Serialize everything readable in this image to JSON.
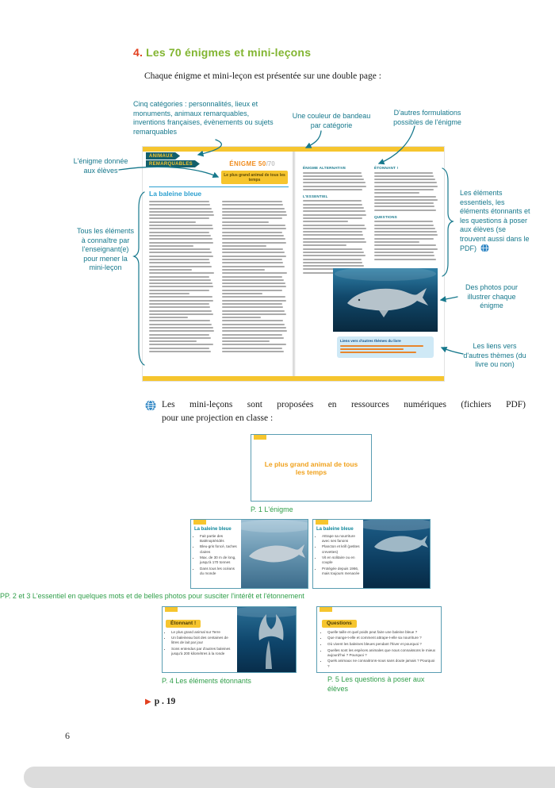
{
  "page": {
    "number": "6",
    "heading_number": "4.",
    "heading_text": "Les 70 énigmes et mini-leçons",
    "intro": "Chaque énigme et mini-leçon est présentée sur une double page :",
    "resources_note_line1": "Les mini-leçons sont proposées en ressources numériques (fichiers PDF)",
    "resources_note_line2": "pour une projection en classe :",
    "page_link_arrow": "▶",
    "page_link": "p . 19"
  },
  "annotations": {
    "categories": "Cinq catégories : personnalités, lieux et monuments, animaux remarquables, inventions françaises, évènements ou sujets remarquables",
    "band_color": "Une couleur de bandeau par catégorie",
    "alt_formulations": "D'autres formulations possibles de l'énigme",
    "enigma_for_pupils": "L'énigme donnée aux élèves",
    "teacher_knowledge": "Tous les éléments à connaître par l'enseignant(e) pour mener la mini-leçon",
    "essentials": "Les éléments essentiels, les éléments étonnants et les questions à poser aux élèves (se trouvent aussi dans le PDF)",
    "photos": "Des photos pour illustrer chaque énigme",
    "links": "Les liens vers d'autres thèmes (du livre ou non)"
  },
  "spread": {
    "category_badge_line1": "ANIMAUX",
    "category_badge_line2": "REMARQUABLES",
    "enigme_number": "ÉNIGME 50",
    "enigme_total": "/70",
    "enigma_banner": "Le plus grand animal de tous les temps",
    "article_title": "La baleine bleue",
    "section_alternative": "ÉNIGME ALTERNATIVE",
    "section_etonnant": "ÉTONNANT !",
    "section_essentiel": "L'ESSENTIEL",
    "section_questions": "QUESTIONS",
    "links_box_title": "Liens vers d'autres thèmes du livre"
  },
  "slides": {
    "p1": {
      "title": "Le plus grand animal de tous les temps",
      "caption": "P. 1 L'énigme"
    },
    "p2": {
      "title": "La baleine bleue",
      "bullets": [
        "Fait partie des Balénoptéridés",
        "Bleu-gris foncé, taches claires",
        "Max. de 30 m de long, jusqu'à 170 tonnes",
        "Dans tous les océans du monde"
      ]
    },
    "p3": {
      "title": "La baleine bleue",
      "bullets": [
        "Attrape sa nourriture avec ses fanons",
        "Plancton et krill (petites crevettes)",
        "Vit en solitaire ou en couple",
        "Protégée depuis 1966, mais toujours menacée"
      ]
    },
    "caption_p2_p3": "PP. 2 et 3 L'essentiel en quelques mots et de belles photos pour susciter l'intérêt et l'étonnement",
    "p4": {
      "title": "Étonnant !",
      "bullets": [
        "Le plus grand animal sur Terre",
        "Un baleineau boit des centaines de litres de lait par jour",
        "Sons entendus par d'autres baleines jusqu'à 200 kilomètres à la ronde"
      ],
      "caption": "P. 4 Les éléments étonnants"
    },
    "p5": {
      "title": "Questions",
      "bullets": [
        "Quelle taille et quel poids peut faire une baleine bleue ?",
        "Que mange-t-elle et comment attrape-t-elle sa nourriture ?",
        "Où vivent les baleines bleues pendant l'hiver et pourquoi ?",
        "Quelles sont les espèces animales que nous connaissons le mieux aujourd'hui ? Pourquoi ?",
        "Quels animaux ne connaitrons-nous sans doute jamais ? Pourquoi ?"
      ],
      "caption": "P. 5 Les questions à poser aux élèves"
    }
  },
  "colors": {
    "teal_annotation": "#16788c",
    "heading_green": "#82b531",
    "heading_red": "#e2401f",
    "category_yellow": "#f6c52e",
    "caption_green": "#2f9e49"
  }
}
